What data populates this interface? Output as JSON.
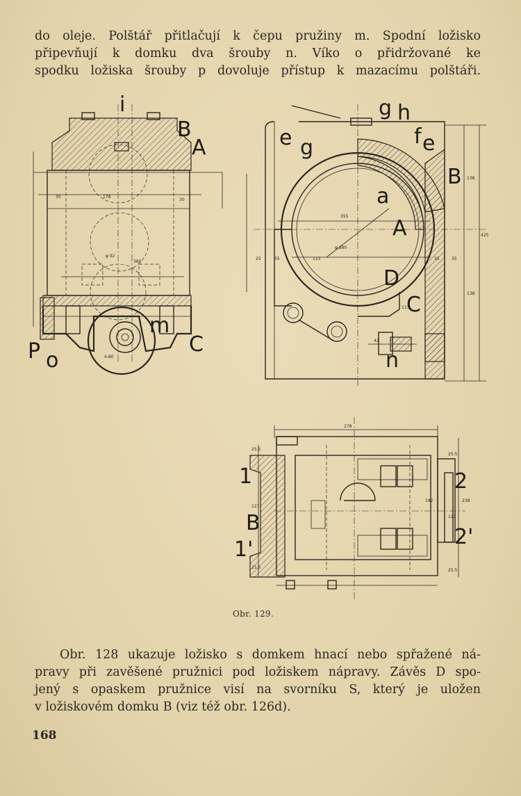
{
  "top_paragraph": {
    "lines": [
      "do oleje. Polštář přitlačují k čepu pružiny m. Spodní ložisko",
      "připevňují k domku dva šrouby n. Víko o přidržované ke",
      "spodku ložiska šrouby p dovoluje přístup k mazacímu polštáři."
    ]
  },
  "figure": {
    "caption": "Obr. 129.",
    "left_view": {
      "labels": {
        "i": "i",
        "B": "B",
        "A": "A",
        "m": "m",
        "C": "C",
        "p": "P",
        "o": "o"
      },
      "dims": [
        "30",
        "178",
        "30",
        "φ 92",
        "380",
        "4-80"
      ]
    },
    "right_view": {
      "labels": {
        "g": "g",
        "h": "h",
        "e1": "e",
        "g2": "g",
        "f": "f",
        "e2": "e",
        "B": "B",
        "a": "a",
        "A": "A",
        "D": "D",
        "C": "C",
        "n": "n"
      },
      "dims": [
        "355",
        "φ 280",
        "25",
        "35",
        "113",
        "35",
        "35",
        "138",
        "425",
        "138",
        "113",
        "42"
      ]
    },
    "bottom_view": {
      "labels": {
        "one": "1",
        "B": "B",
        "one_prime": "1'",
        "two": "2",
        "two_prime": "2'"
      },
      "dims": [
        "278",
        "25.5",
        "127",
        "25.5",
        "25.5",
        "182",
        "122",
        "25.5",
        "238"
      ]
    }
  },
  "bottom_paragraph": {
    "lines": [
      "Obr. 128 ukazuje ložisko s domkem hnací nebo spřažené ná-",
      "pravy při zavěšené pružnici pod ložiskem nápravy. Závěs D spo-",
      "jený s opaskem pružnice visí na svorníku S, který je uložen",
      "v ložiskovém domku B (viz též obr. 126d)."
    ]
  },
  "page_number": "168"
}
